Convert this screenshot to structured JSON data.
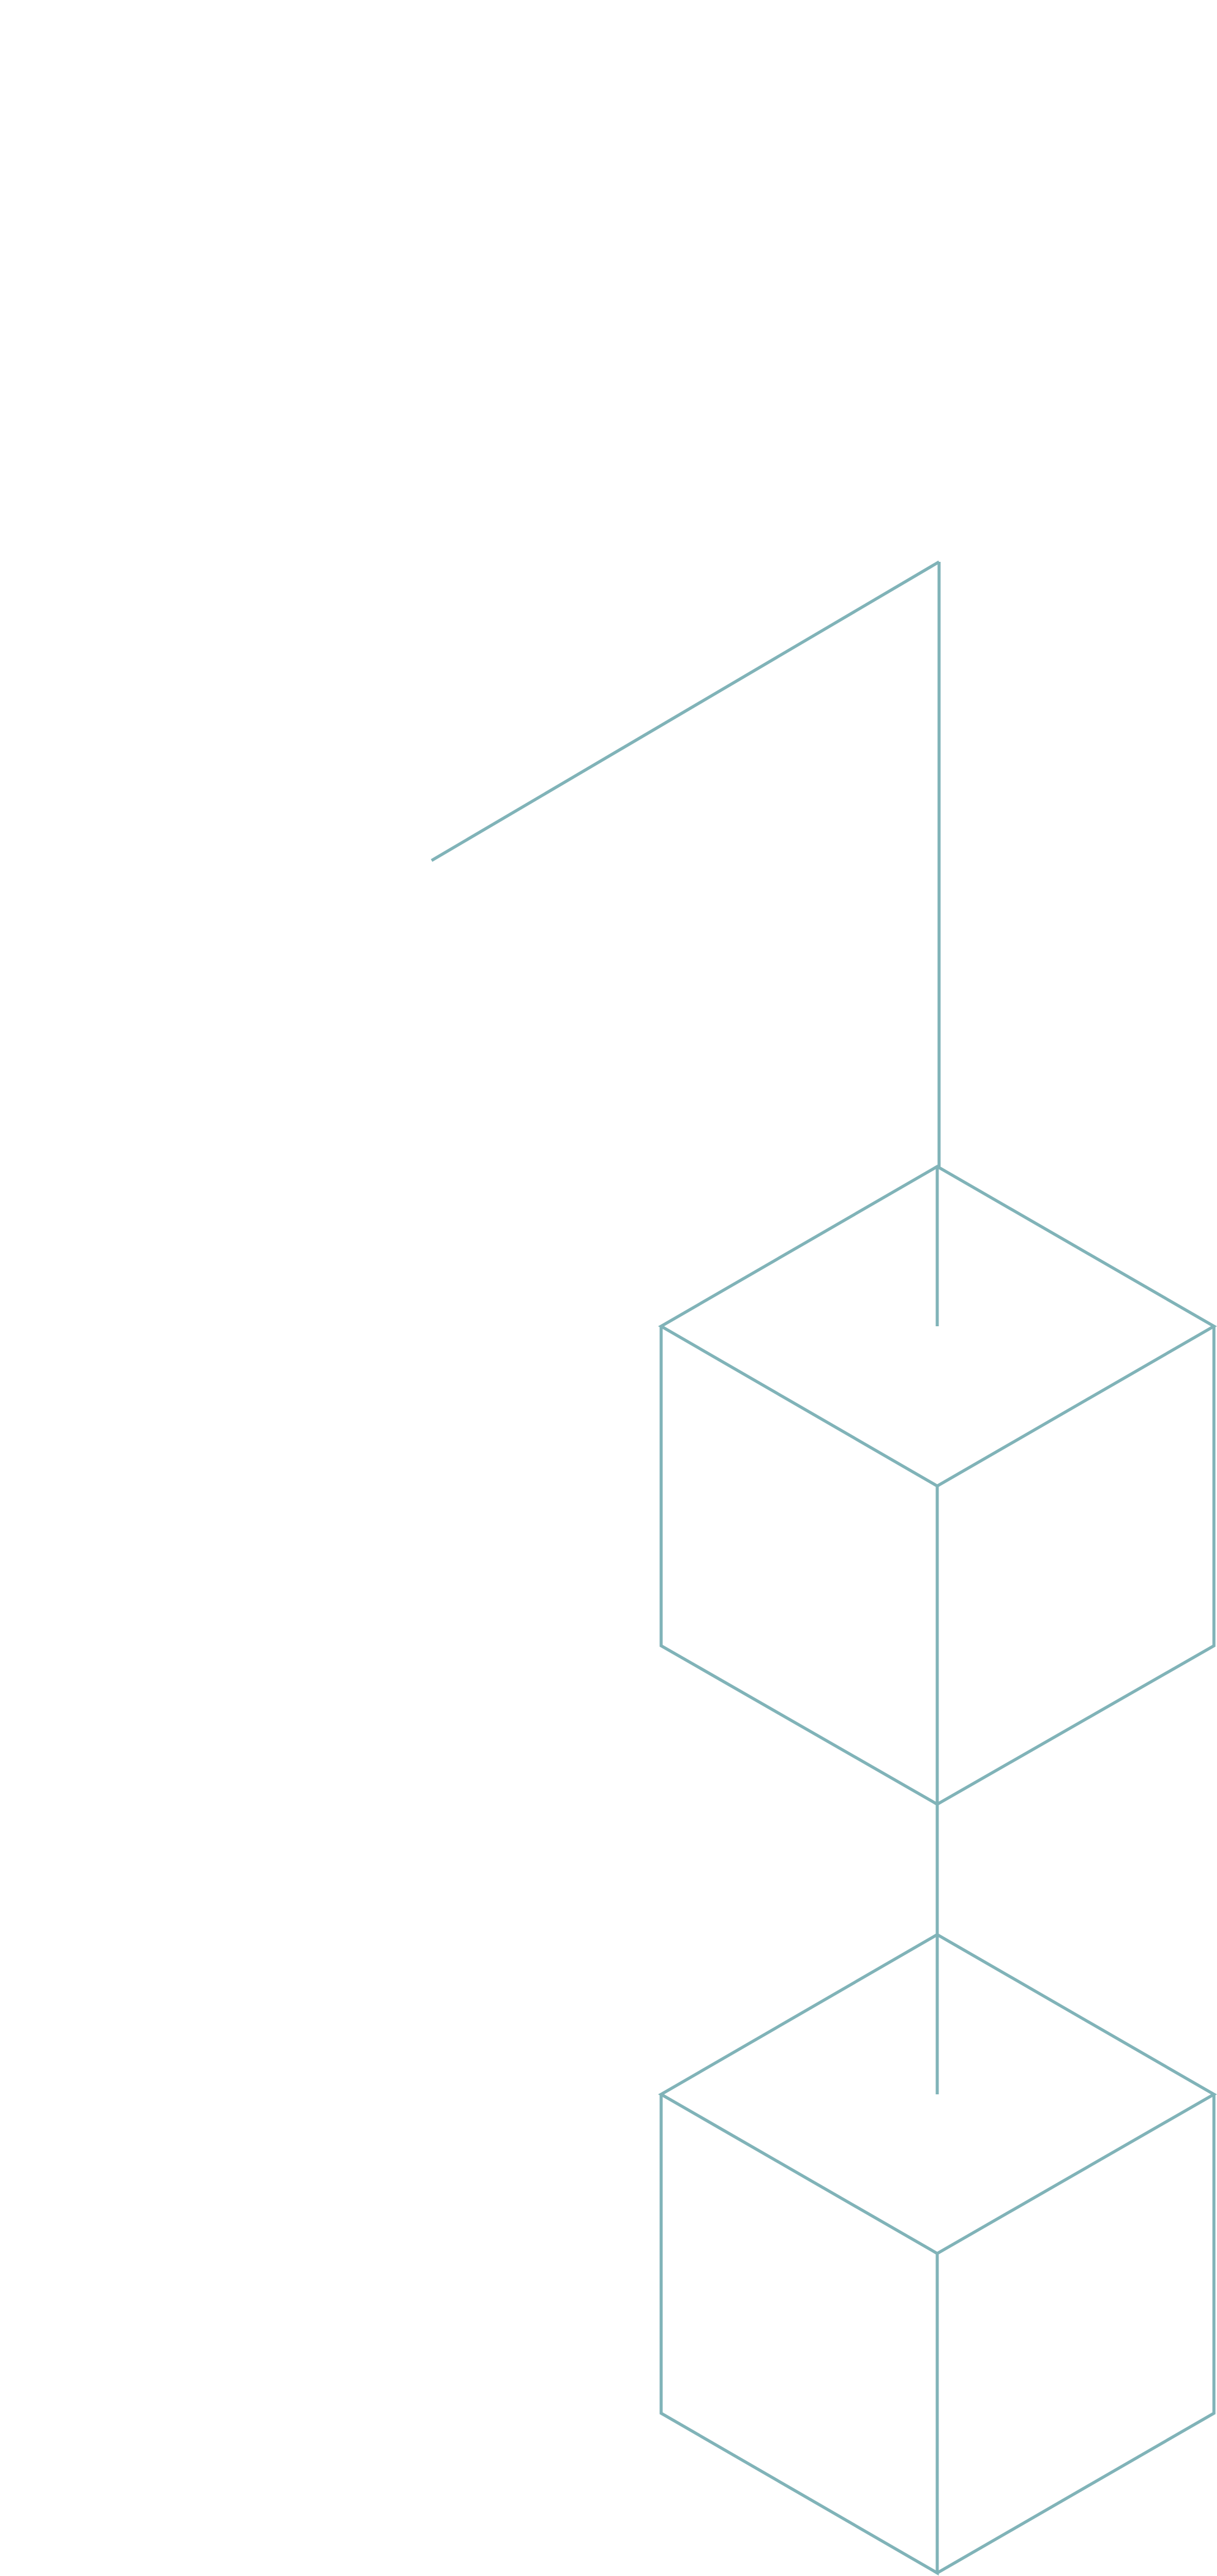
{
  "background_color": "#ffffff",
  "line_color": "#80b3b8",
  "shapes": {
    "connector": "diagonal-and-vertical-connector",
    "cubes": [
      "wireframe-cube",
      "wireframe-cube"
    ]
  }
}
